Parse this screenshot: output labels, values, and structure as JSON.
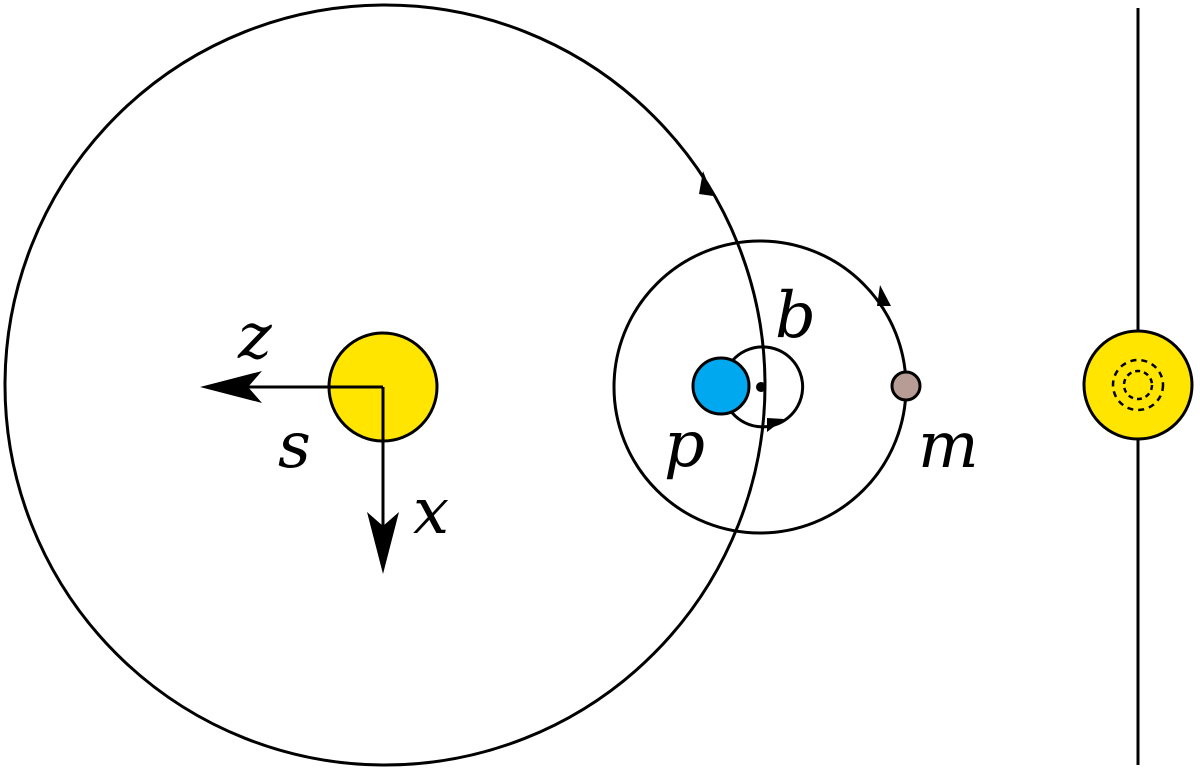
{
  "labels": {
    "z": "z",
    "s": "s",
    "x": "x",
    "b": "b",
    "p": "p",
    "m": "m"
  },
  "colors": {
    "star": "#FFE500",
    "planet": "#00A8F0",
    "moon": "#B79B95",
    "line": "#000000"
  }
}
